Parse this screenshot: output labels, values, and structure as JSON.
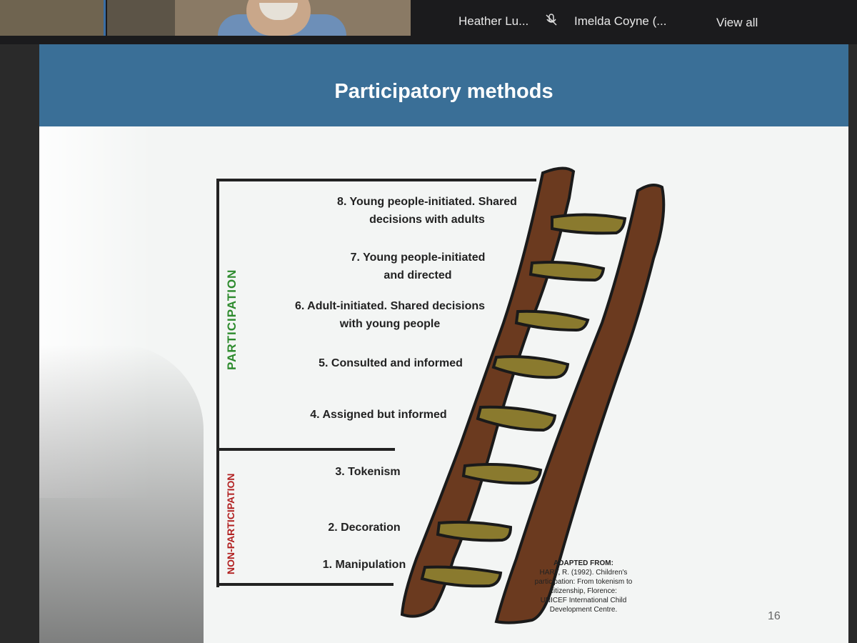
{
  "call": {
    "participants": [
      "Heather Lu...",
      "Imelda Coyne (..."
    ],
    "view_all": "View all"
  },
  "slide": {
    "title": "Participatory methods",
    "zone_upper": "PARTICIPATION",
    "zone_lower": "NON-PARTICIPATION",
    "rungs": [
      {
        "line1": "8. Young people-initiated. Shared",
        "line2": "decisions with adults"
      },
      {
        "line1": "7. Young people-initiated",
        "line2": "and directed"
      },
      {
        "line1": "6. Adult-initiated. Shared decisions",
        "line2": "with young people"
      },
      {
        "line1": "5. Consulted and informed",
        "line2": ""
      },
      {
        "line1": "4. Assigned but informed",
        "line2": ""
      },
      {
        "line1": "3. Tokenism",
        "line2": ""
      },
      {
        "line1": "2. Decoration",
        "line2": ""
      },
      {
        "line1": "1. Manipulation",
        "line2": ""
      }
    ],
    "attribution": {
      "heading": "ADAPTED FROM:",
      "line1": "HART, R. (1992). Children's",
      "line2": "participation: From tokenism to",
      "line3": "citizenship, Florence:",
      "line4": "UNICEF International Child",
      "line5": "Development Centre."
    },
    "page_number": "16"
  },
  "colors": {
    "header_blue": "#3a6f97",
    "participation_green": "#2e8b2e",
    "nonparticipation_red": "#b22222",
    "ladder_brown": "#6b3a1f",
    "rung_olive": "#8a7a2e"
  },
  "icons": [
    "mic-off-icon"
  ]
}
